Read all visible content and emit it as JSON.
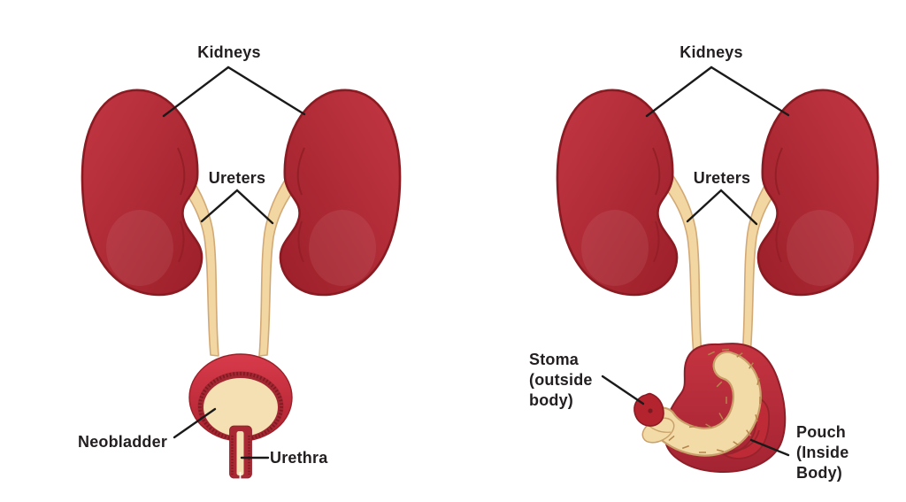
{
  "figure": {
    "description": "Urinary diversion anatomy diagram comparing a neobladder and a stoma pouch",
    "colors": {
      "kidney_red": "#b2252f",
      "kidney_outline": "#8a1b22",
      "ureter_cream": "#f2d7a2",
      "ureter_outline": "#d2a976",
      "bladder_red": "#c62c3a",
      "interior_cream": "#f5e0b3",
      "stipple_dark_red": "#7e1a20",
      "label_text": "#231f20",
      "pointer_line": "#1a1a1a",
      "background": "#ffffff"
    },
    "left_panel": {
      "kidneys_label": "Kidneys",
      "ureters_label": "Ureters",
      "neobladder_label": "Neobladder",
      "urethra_label": "Urethra"
    },
    "right_panel": {
      "kidneys_label": "Kidneys",
      "ureters_label": "Ureters",
      "stoma_label": "Stoma\n(outside\nbody)",
      "pouch_label": "Pouch\n(Inside\nBody)"
    }
  }
}
